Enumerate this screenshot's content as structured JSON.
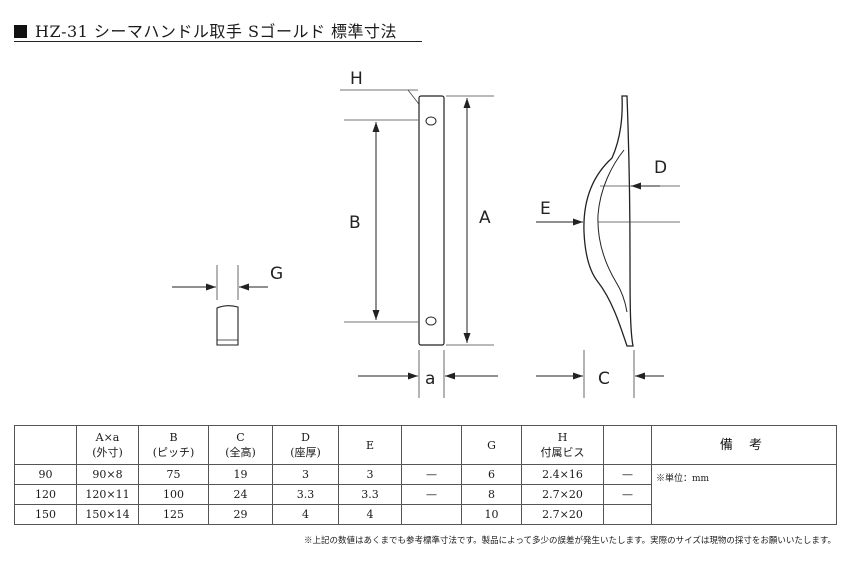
{
  "title": {
    "text": "HZ-31 シーマハンドル取手 Sゴールド 標準寸法"
  },
  "dimension_labels": {
    "H": "H",
    "B": "B",
    "A": "A",
    "G": "G",
    "D": "D",
    "E": "E",
    "a": "a",
    "C": "C"
  },
  "table": {
    "headers": [
      {
        "line1": "",
        "line2": ""
      },
      {
        "line1": "A×a",
        "line2": "(外寸)"
      },
      {
        "line1": "B",
        "line2": "(ピッチ)"
      },
      {
        "line1": "C",
        "line2": "(全高)"
      },
      {
        "line1": "D",
        "line2": "(座厚)"
      },
      {
        "line1": "E",
        "line2": ""
      },
      {
        "line1": "",
        "line2": ""
      },
      {
        "line1": "G",
        "line2": ""
      },
      {
        "line1": "H",
        "line2": "付属ビス"
      },
      {
        "line1": "",
        "line2": ""
      }
    ],
    "remarks_header": "備 考",
    "remarks_note": "※単位：mm",
    "rows": [
      [
        "90",
        "90×8",
        "75",
        "19",
        "3",
        "3",
        "—",
        "6",
        "2.4×16",
        "—"
      ],
      [
        "120",
        "120×11",
        "100",
        "24",
        "3.3",
        "3.3",
        "—",
        "8",
        "2.7×20",
        "—"
      ],
      [
        "150",
        "150×14",
        "125",
        "29",
        "4",
        "4",
        "",
        "10",
        "2.7×20",
        ""
      ]
    ]
  },
  "footnote": "※上記の数値はあくまでも参考標準寸法です。製品によって多少の誤差が発生いたします。実際のサイズは現物の採寸をお願いいたします。"
}
